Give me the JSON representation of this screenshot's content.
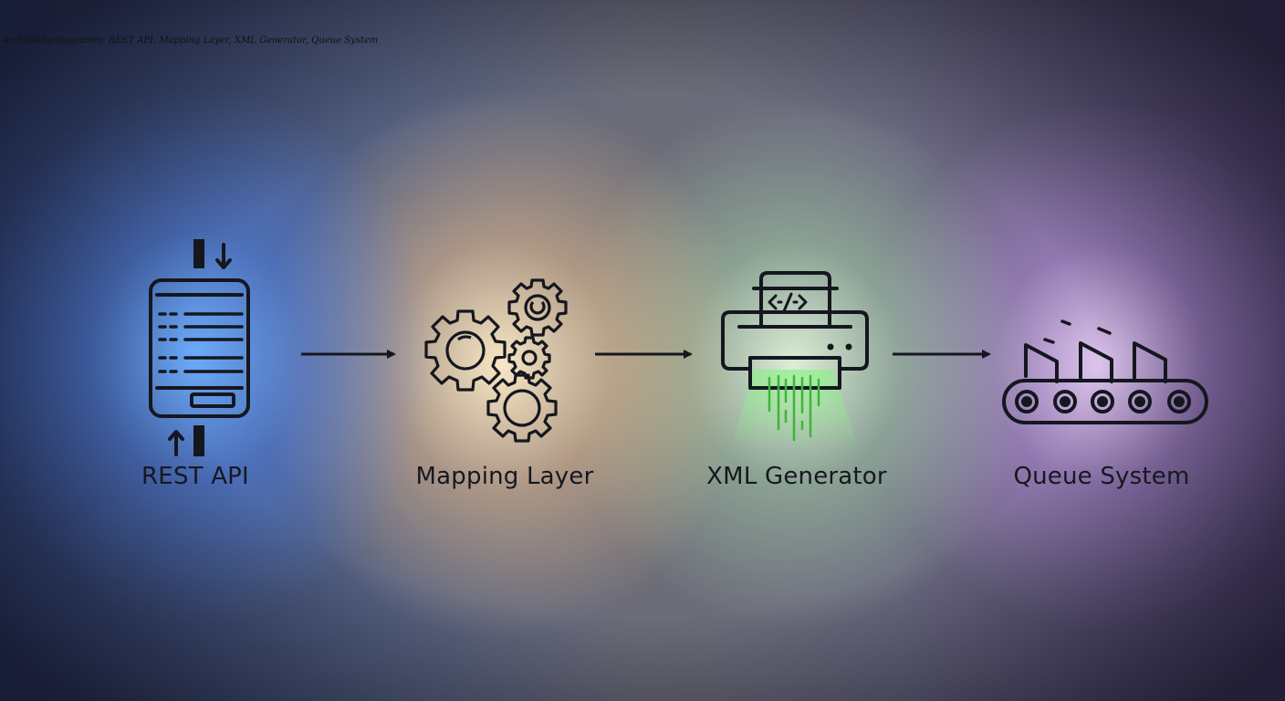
{
  "caption": "Architekturdiagramm: REST API, Mapping Layer, XML Generator, Queue System",
  "nodes": [
    {
      "label": "REST API",
      "icon": "server-icon",
      "glow": "#6fb0ff"
    },
    {
      "label": "Mapping Layer",
      "icon": "gears-icon",
      "glow": "#ffe9c4"
    },
    {
      "label": "XML Generator",
      "icon": "printer-code-icon",
      "glow": "#8ee88a"
    },
    {
      "label": "Queue System",
      "icon": "conveyor-icon",
      "glow": "#e2c8f5"
    }
  ],
  "edges": [
    {
      "from": "REST API",
      "to": "Mapping Layer"
    },
    {
      "from": "Mapping Layer",
      "to": "XML Generator"
    },
    {
      "from": "XML Generator",
      "to": "Queue System"
    }
  ],
  "colors": {
    "stroke": "#15171f",
    "xml_beam": "#7fe07a"
  }
}
